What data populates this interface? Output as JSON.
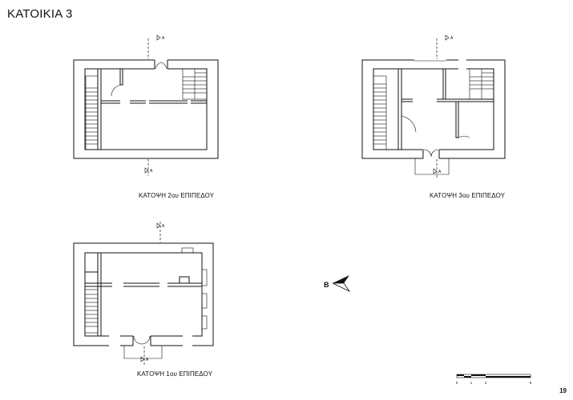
{
  "sheet": {
    "title": "ΚΑΤΟΙΚΙΑ 3",
    "page_number": "19"
  },
  "plans": [
    {
      "id": "floor-2",
      "caption": "ΚΑΤΟΨΗ 2ου ΕΠΙΠΕΔΟΥ"
    },
    {
      "id": "floor-3",
      "caption": "ΚΑΤΟΨΗ 3ου ΕΠΙΠΕΔΟΥ"
    },
    {
      "id": "floor-1",
      "caption": "ΚΑΤΟΨΗ 1ου ΕΠΙΠΕΔΟΥ"
    }
  ],
  "section_marker": {
    "label": "A"
  },
  "north_arrow": {
    "label": "B"
  },
  "scale_bar": {
    "ticks": [
      "0",
      "1",
      "2",
      "5"
    ]
  }
}
